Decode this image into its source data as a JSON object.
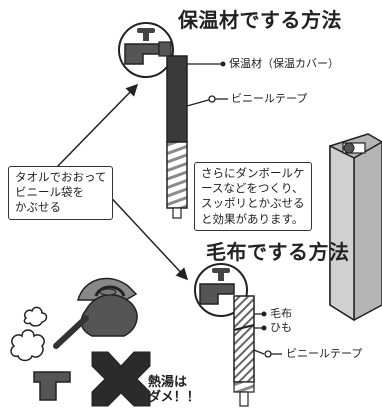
{
  "headings": {
    "insulation_method": "保温材でする方法",
    "blanket_method": "毛布でする方法"
  },
  "labels": {
    "insulation_material": "保温材（保温カバー）",
    "vinyl_tape_top": "ビニールテープ",
    "blanket": "毛布",
    "string": "ひも",
    "vinyl_tape_bottom": "ビニールテープ"
  },
  "notes": {
    "towel_note": "タオルでおおって\nビニール袋を\nかぶせる",
    "cardboard_note": "さらにダンボールケ\nースなどをつくり、\nスッポリとかぶせる\nと効果があります。"
  },
  "warning": {
    "hot_water": "熱湯は\nダメ！！"
  },
  "colors": {
    "ink": "#222222",
    "insulation_dark": "#3a3a3a",
    "tape_hatch": "#8a8a8a",
    "cross": "#2b2b2b",
    "box_gray": "#b5b5b5"
  }
}
